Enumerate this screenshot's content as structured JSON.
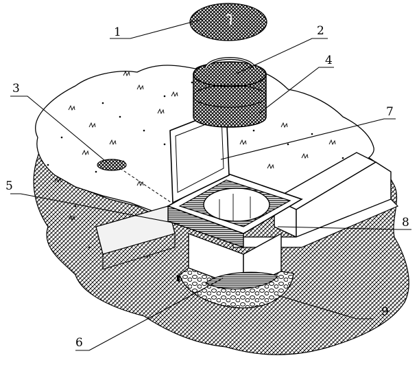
{
  "callouts": [
    {
      "id": "1",
      "text": "1"
    },
    {
      "id": "2",
      "text": "2"
    },
    {
      "id": "3",
      "text": "3"
    },
    {
      "id": "4",
      "text": "4"
    },
    {
      "id": "5",
      "text": "5"
    },
    {
      "id": "6",
      "text": "6"
    },
    {
      "id": "7",
      "text": "7"
    },
    {
      "id": "8",
      "text": "8"
    },
    {
      "id": "9",
      "text": "9"
    }
  ],
  "colors": {
    "ink": "#000000",
    "ground": "#ffffff",
    "mesh_dark": "#3a3a3a",
    "concrete": "#f2f2f2"
  }
}
